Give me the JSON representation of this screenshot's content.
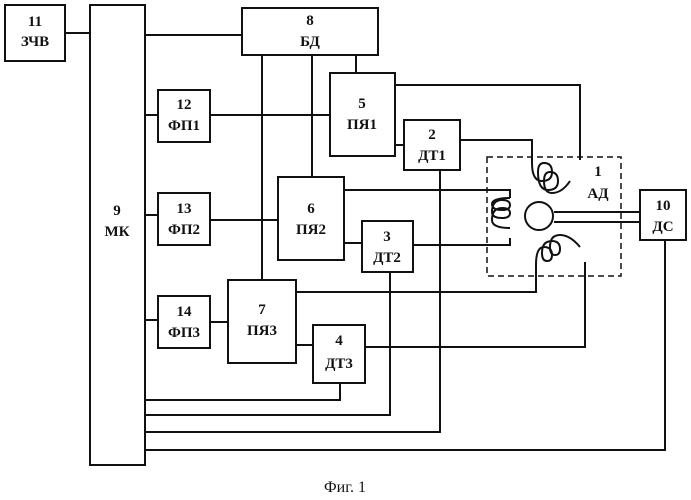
{
  "blocks": [
    {
      "id": "b11",
      "num": "11",
      "label": "ЗЧВ"
    },
    {
      "id": "b8",
      "num": "8",
      "label": "БД"
    },
    {
      "id": "b9",
      "num": "9",
      "label": "МК"
    },
    {
      "id": "b12",
      "num": "12",
      "label": "ФП1"
    },
    {
      "id": "b13",
      "num": "13",
      "label": "ФП2"
    },
    {
      "id": "b14",
      "num": "14",
      "label": "ФП3"
    },
    {
      "id": "b5",
      "num": "5",
      "label": "ПЯ1"
    },
    {
      "id": "b6",
      "num": "6",
      "label": "ПЯ2"
    },
    {
      "id": "b7",
      "num": "7",
      "label": "ПЯ3"
    },
    {
      "id": "b2",
      "num": "2",
      "label": "ДТ1"
    },
    {
      "id": "b3",
      "num": "3",
      "label": "ДТ2"
    },
    {
      "id": "b4",
      "num": "4",
      "label": "ДТ3"
    },
    {
      "id": "b10",
      "num": "10",
      "label": "ДС"
    }
  ],
  "motor": {
    "num": "1",
    "label": "АД"
  },
  "caption": "Фиг. 1"
}
